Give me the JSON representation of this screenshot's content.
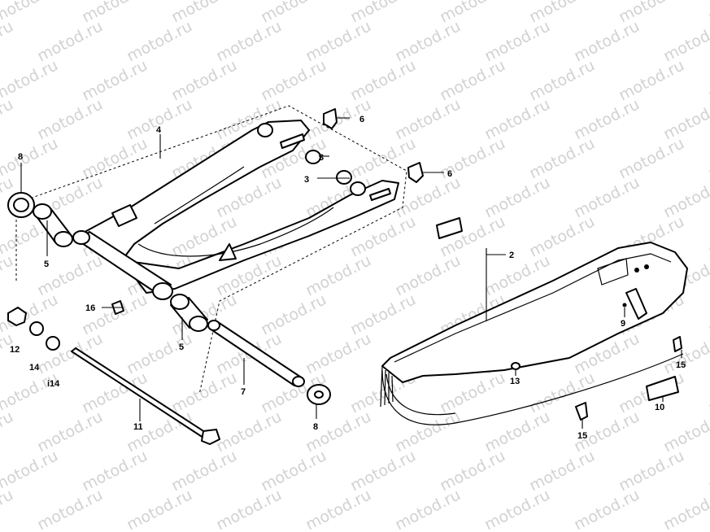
{
  "watermark": "motod.ru",
  "labels": {
    "l2": "2",
    "l3a": "3",
    "l3b": "3",
    "l4": "4",
    "l5a": "5",
    "l5b": "5",
    "l6a": "6",
    "l6b": "6",
    "l7": "7",
    "l8a": "8",
    "l8b": "8",
    "l9": "9",
    "l10": "10",
    "l11": "11",
    "l12": "12",
    "l13": "13",
    "l14a": "14",
    "l14b": "i14",
    "l15a": "15",
    "l15b": "15",
    "l16": "16"
  }
}
